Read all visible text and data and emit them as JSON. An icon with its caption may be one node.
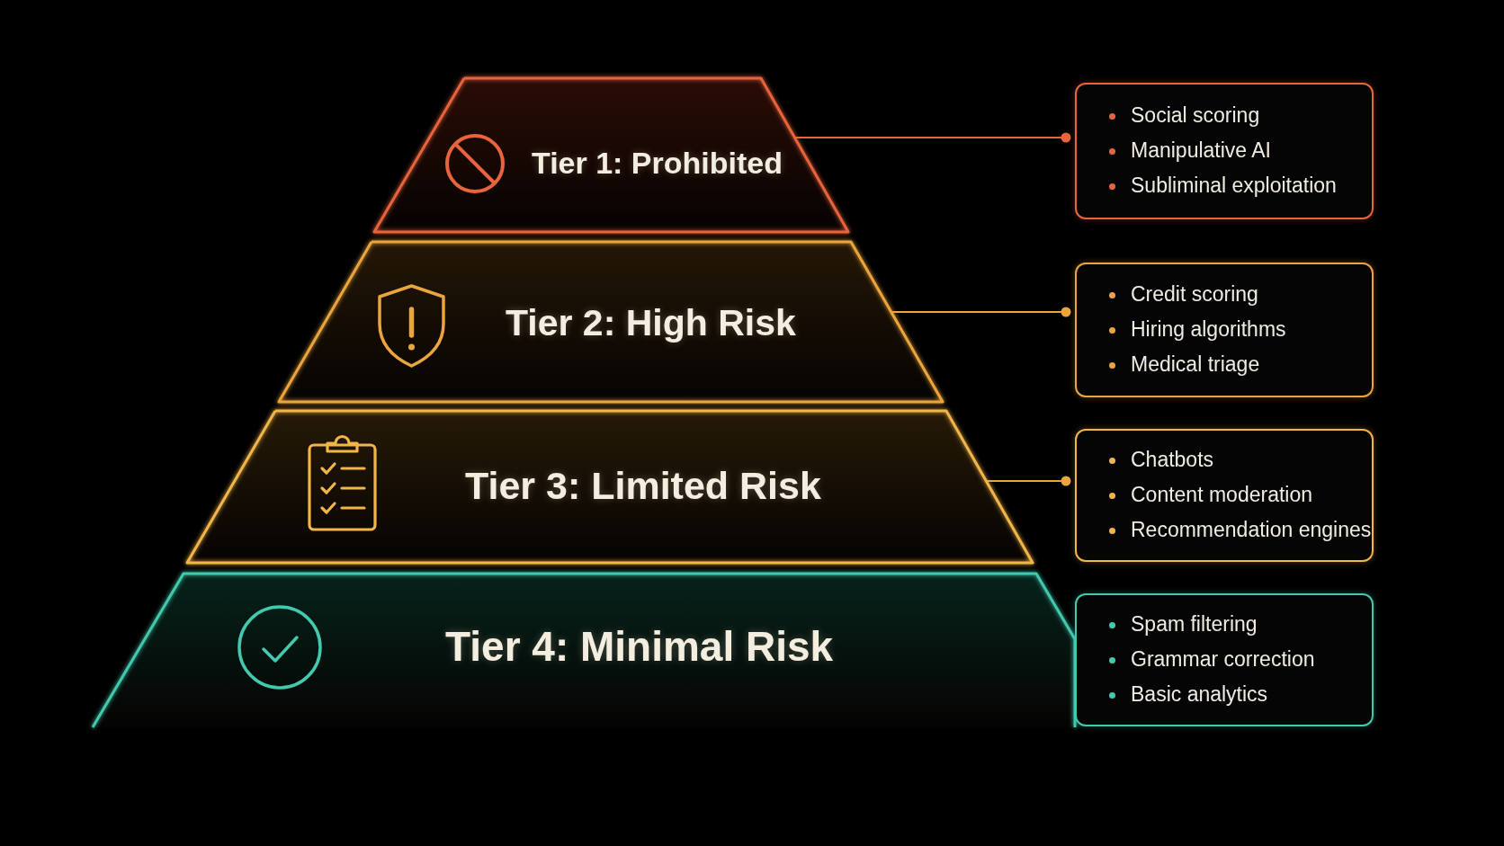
{
  "diagram": {
    "nodes": [
      {
        "text": [
          "Tier 1: Prohibited"
        ]
      },
      {
        "text": [
          "Social scoring",
          "Manipulative AI",
          "Subliminal exploitation"
        ]
      },
      {
        "text": [
          "Tier 2: High Risk"
        ]
      },
      {
        "text": [
          "Credit scoring",
          "Hiring algorithms",
          "Medical triage"
        ]
      },
      {
        "text": [
          "Tier 3: Limited Risk"
        ]
      },
      {
        "text": [
          "Chatbots",
          "Content moderation",
          "Recommendation engines"
        ]
      },
      {
        "text": [
          "Tier 4: Minimal Risk"
        ]
      },
      {
        "text": [
          "Spam filtering",
          "Grammar correction",
          "Basic analytics"
        ]
      }
    ],
    "edges": [
      {
        "from": 0,
        "to": 1,
        "arrow": "other",
        "color": "#e8643c"
      },
      {
        "from": 2,
        "to": 3,
        "arrow": "other"
      },
      {
        "from": 4,
        "to": 5,
        "arrow": "other"
      }
    ]
  }
}
